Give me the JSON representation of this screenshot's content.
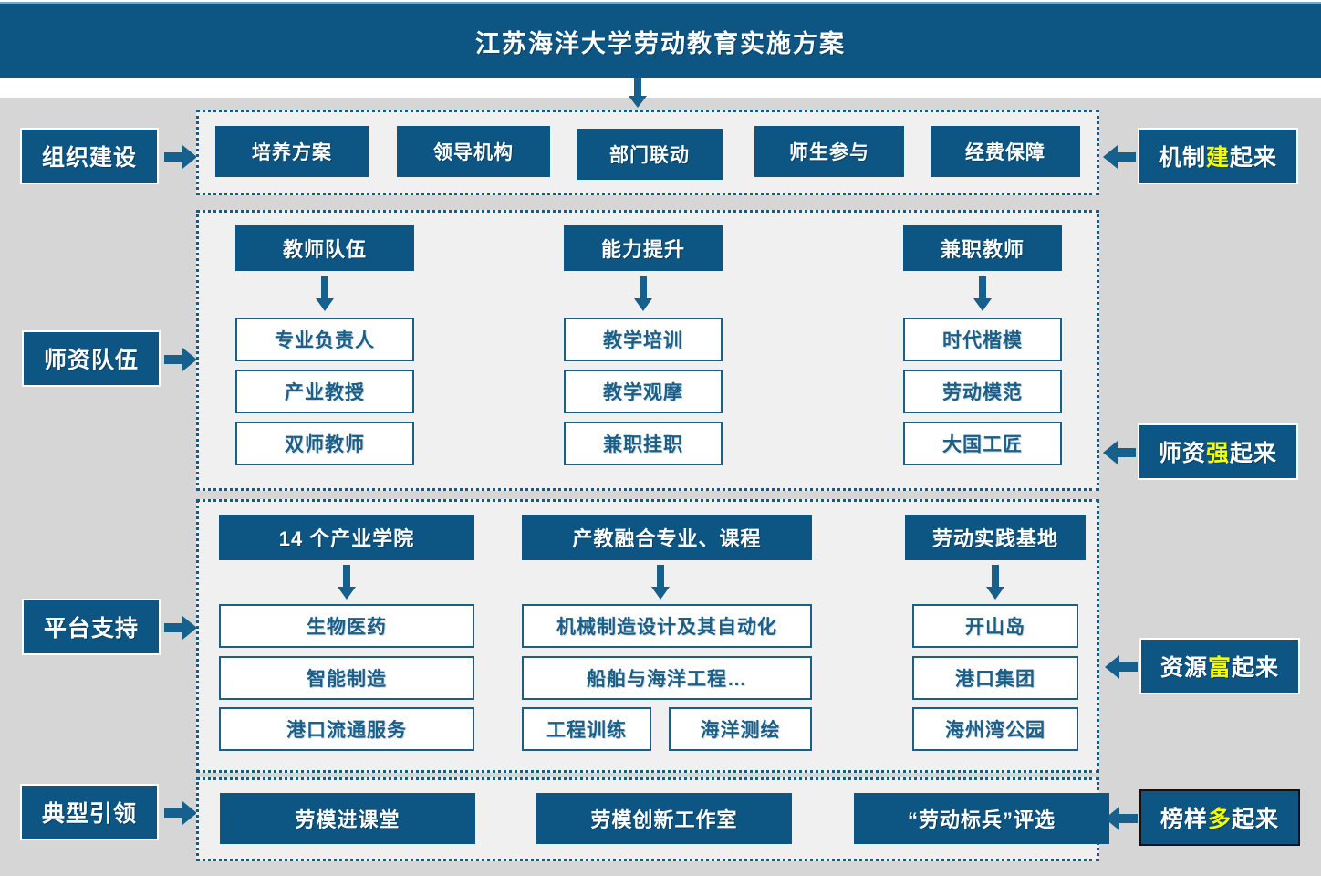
{
  "title": "江苏海洋大学劳动教育实施方案",
  "colors": {
    "brand_blue": "#0d5583",
    "board_gray": "#d6d6d6",
    "panel_gray": "#f0f0f0",
    "box_border_blue": "#1b5f86",
    "highlight_yellow": "#f4ff00",
    "white": "#ffffff"
  },
  "left_labels": [
    {
      "id": "organization",
      "text": "组织建设"
    },
    {
      "id": "faculty",
      "text": "师资队伍"
    },
    {
      "id": "platform",
      "text": "平台支持"
    },
    {
      "id": "model",
      "text": "典型引领"
    }
  ],
  "right_labels": [
    {
      "id": "mechanism",
      "pre": "机制",
      "hl": "建",
      "post": "起来",
      "boxed": false
    },
    {
      "id": "teachers",
      "pre": "师资",
      "hl": "强",
      "post": "起来",
      "boxed": false
    },
    {
      "id": "resources",
      "pre": "资源",
      "hl": "富",
      "post": "起来",
      "boxed": false
    },
    {
      "id": "examples",
      "pre": "榜样",
      "hl": "多",
      "post": "起来",
      "boxed": true
    }
  ],
  "row1": {
    "items": [
      "培养方案",
      "领导机构",
      "部门联动",
      "师生参与",
      "经费保障"
    ]
  },
  "row2": {
    "columns": [
      {
        "header": "教师队伍",
        "items": [
          "专业负责人",
          "产业教授",
          "双师教师"
        ]
      },
      {
        "header": "能力提升",
        "items": [
          "教学培训",
          "教学观摩",
          "兼职挂职"
        ]
      },
      {
        "header": "兼职教师",
        "items": [
          "时代楷模",
          "劳动模范",
          "大国工匠"
        ]
      }
    ]
  },
  "row3": {
    "columns": [
      {
        "header": "14 个产业学院",
        "items": [
          "生物医药",
          "智能制造",
          "港口流通服务"
        ]
      },
      {
        "header": "产教融合专业、课程",
        "items": [
          "机械制造设计及其自动化",
          "船舶与海洋工程…"
        ],
        "split_items": [
          "工程训练",
          "海洋测绘"
        ]
      },
      {
        "header": "劳动实践基地",
        "items": [
          "开山岛",
          "港口集团",
          "海州湾公园"
        ]
      }
    ]
  },
  "row4": {
    "items": [
      "劳模进课堂",
      "劳模创新工作室",
      "“劳动标兵”评选"
    ]
  },
  "icons": {
    "down_arrow": "down-arrow-icon",
    "right_arrow": "right-arrow-icon",
    "left_arrow": "left-arrow-icon"
  }
}
